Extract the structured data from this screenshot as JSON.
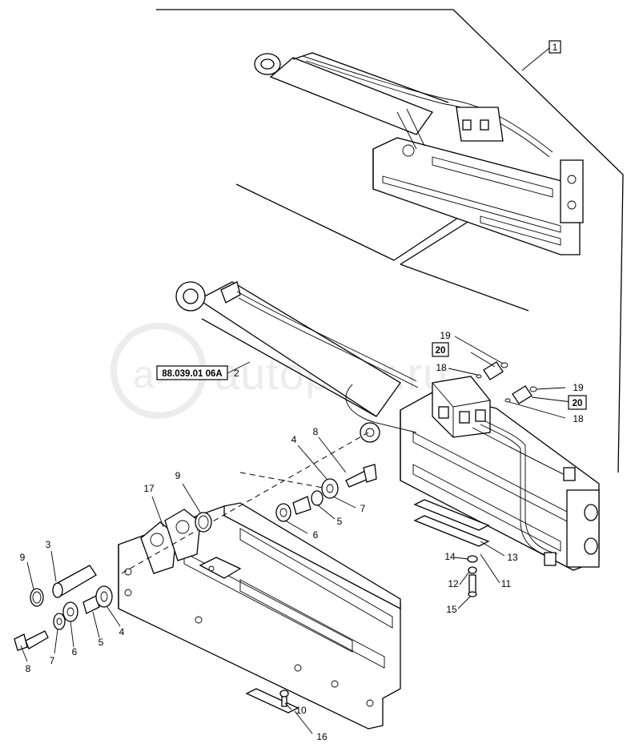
{
  "watermark": "autopiter.ru",
  "reference_code": "88.039.01 06A",
  "callouts": {
    "assembly": "1",
    "cylinder": "2",
    "pin_left": "3",
    "washer_left": "4",
    "washer_right": "4",
    "bushing_left": "5",
    "bushing_right": "5",
    "spacer_left": "6",
    "spacer_right": "6",
    "lockwasher_left": "7",
    "lockwasher_right": "7",
    "bolt_left": "8",
    "bolt_right": "8",
    "circlip_left": "9",
    "circlip_right": "9",
    "screw_bottom": "10",
    "screw_pad": "11",
    "washer_pad": "12",
    "pad_strip": "13",
    "nut_pad": "14",
    "bolt_pad": "15",
    "strip_bottom": "16",
    "bracket": "17",
    "oring_upper": "18",
    "oring_lower": "18",
    "seal_upper": "19",
    "seal_lower": "19",
    "fitting_upper": "20",
    "fitting_lower": "20"
  }
}
